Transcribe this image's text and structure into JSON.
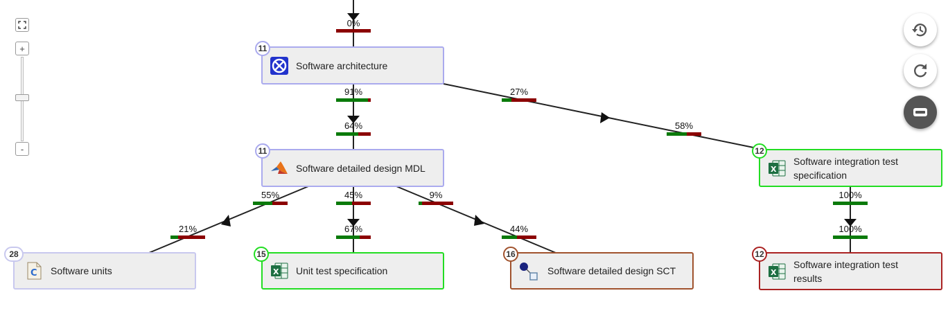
{
  "colors": {
    "green": "#11aa11",
    "red": "#aa2222",
    "brown": "#a0522d",
    "lavender": "#aaaaee",
    "bar_green": "#0a7a0a",
    "bar_red": "#8b0000"
  },
  "nodes": {
    "sw_arch": {
      "label": "Software architecture",
      "count": "11",
      "icon": "architecture-icon"
    },
    "sw_ddd_mdl": {
      "label": "Software detailed design MDL",
      "count": "11",
      "icon": "matlab-icon"
    },
    "sw_units": {
      "label": "Software units",
      "count": "28",
      "icon": "c-file-icon"
    },
    "unit_test_spec": {
      "label": "Unit test specification",
      "count": "15",
      "icon": "excel-icon"
    },
    "sw_ddd_sct": {
      "label": "Software detailed design SCT",
      "count": "16",
      "icon": "sct-diagram-icon"
    },
    "sw_int_test_spec": {
      "label": "Software integration test specification",
      "count": "12",
      "icon": "excel-icon"
    },
    "sw_int_test_results": {
      "label": "Software integration test results",
      "count": "12",
      "icon": "excel-icon"
    }
  },
  "coverage": {
    "top_in": 0,
    "arch_out_down": 91,
    "arch_out_right": 27,
    "int_spec_in": 58,
    "mdl_in": 64,
    "mdl_to_units": 55,
    "units_in": 21,
    "mdl_to_uts": 45,
    "uts_in": 67,
    "mdl_to_sct": 9,
    "sct_in": 44,
    "int_spec_out": 100,
    "int_results_in": 100
  },
  "percent_labels": {
    "top_in": "0%",
    "arch_out_down": "91%",
    "arch_out_right": "27%",
    "int_spec_in": "58%",
    "mdl_in": "64%",
    "mdl_to_units": "55%",
    "units_in": "21%",
    "mdl_to_uts": "45%",
    "uts_in": "67%",
    "mdl_to_sct": "9%",
    "sct_in": "44%",
    "int_spec_out": "100%",
    "int_results_in": "100%"
  },
  "zoom": {
    "plus": "+",
    "minus": "-",
    "fit_icon": "fit-screen-icon"
  },
  "toolbar": {
    "history_icon": "history-icon",
    "refresh_icon": "refresh-icon",
    "toggle_icon": "toggle-view-icon"
  }
}
